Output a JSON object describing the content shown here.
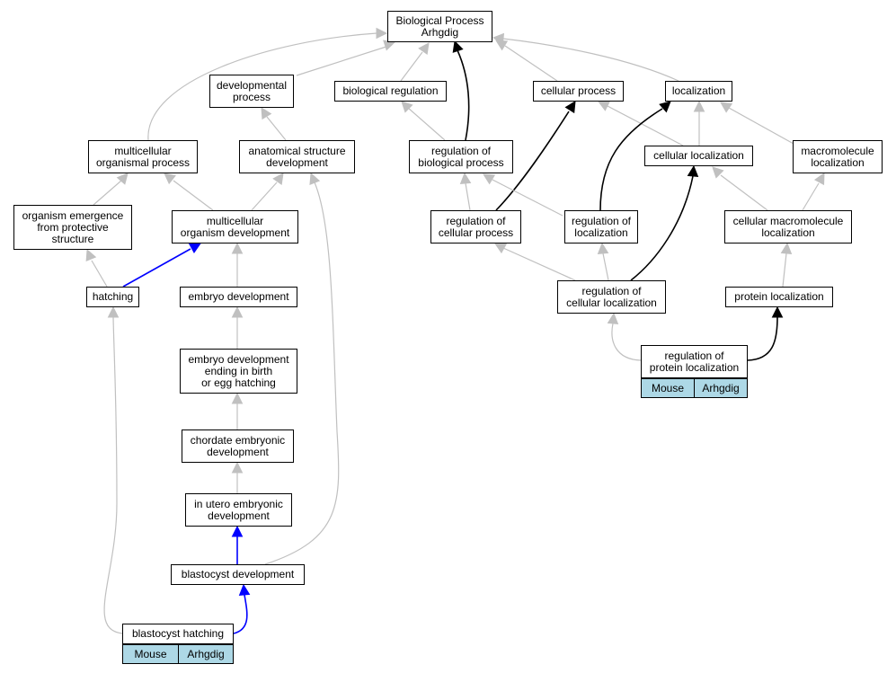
{
  "colors": {
    "gray_edge": "#c0c0c0",
    "black_edge": "#000000",
    "blue_edge": "#0000ff",
    "tag_bg": "#add8e6"
  },
  "tags": {
    "species": "Mouse",
    "gene": "Arhgdig"
  },
  "nodes": {
    "root": "Biological Process\nArhgdig",
    "developmental_process": "developmental\nprocess",
    "biological_regulation": "biological regulation",
    "cellular_process": "cellular process",
    "localization": "localization",
    "multicellular_organismal_process": "multicellular\norganismal process",
    "anatomical_structure_development": "anatomical structure\ndevelopment",
    "regulation_of_biological_process": "regulation of\nbiological process",
    "cellular_localization": "cellular localization",
    "macromolecule_localization": "macromolecule\nlocalization",
    "organism_emergence": "organism emergence\nfrom protective\nstructure",
    "multicellular_organism_development": "multicellular\norganism development",
    "regulation_of_cellular_process": "regulation of\ncellular process",
    "regulation_of_localization": "regulation of\nlocalization",
    "cellular_macromolecule_localization": "cellular macromolecule\nlocalization",
    "hatching": "hatching",
    "embryo_development": "embryo development",
    "regulation_of_cellular_localization": "regulation of\ncellular localization",
    "protein_localization": "protein localization",
    "embryo_development_ending": "embryo development\nending in birth\nor egg hatching",
    "regulation_of_protein_localization": "regulation of\nprotein localization",
    "chordate_embryonic_development": "chordate embryonic\ndevelopment",
    "in_utero_embryonic_development": "in utero embryonic\ndevelopment",
    "blastocyst_development": "blastocyst development",
    "blastocyst_hatching": "blastocyst hatching"
  }
}
